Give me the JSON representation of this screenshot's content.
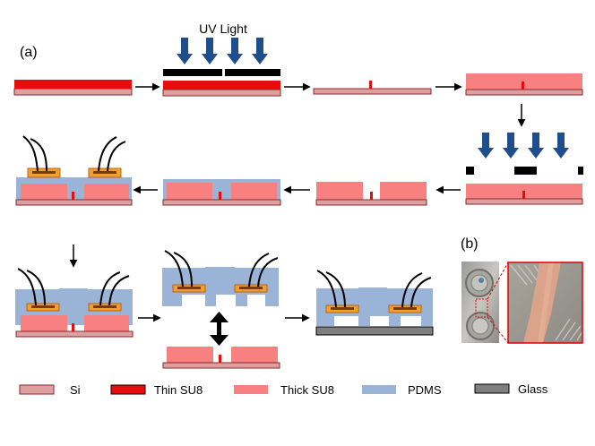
{
  "panel_a_label": "(a)",
  "panel_b_label": "(b)",
  "uv_label": "UV Light",
  "legend": [
    {
      "label": "Si",
      "color": "#dca0a0"
    },
    {
      "label": "Thin SU8",
      "color": "#e80d0d"
    },
    {
      "label": "Thick SU8",
      "color": "#f88080"
    },
    {
      "label": "PDMS",
      "color": "#9ab4d8"
    },
    {
      "label": "Glass",
      "color": "#7f7f7f"
    }
  ],
  "colors": {
    "si": "#dca0a0",
    "si_edge": "#8a2a2a",
    "thin_su8": "#e80d0d",
    "thick_su8": "#f88080",
    "pdms": "#9ab4d8",
    "glass": "#7f7f7f",
    "mask": "#000000",
    "electrode": "#f0a030",
    "electrode_edge": "#c06010",
    "uv_arrow": "#1f4e8c",
    "photo_border": "#e00000"
  }
}
